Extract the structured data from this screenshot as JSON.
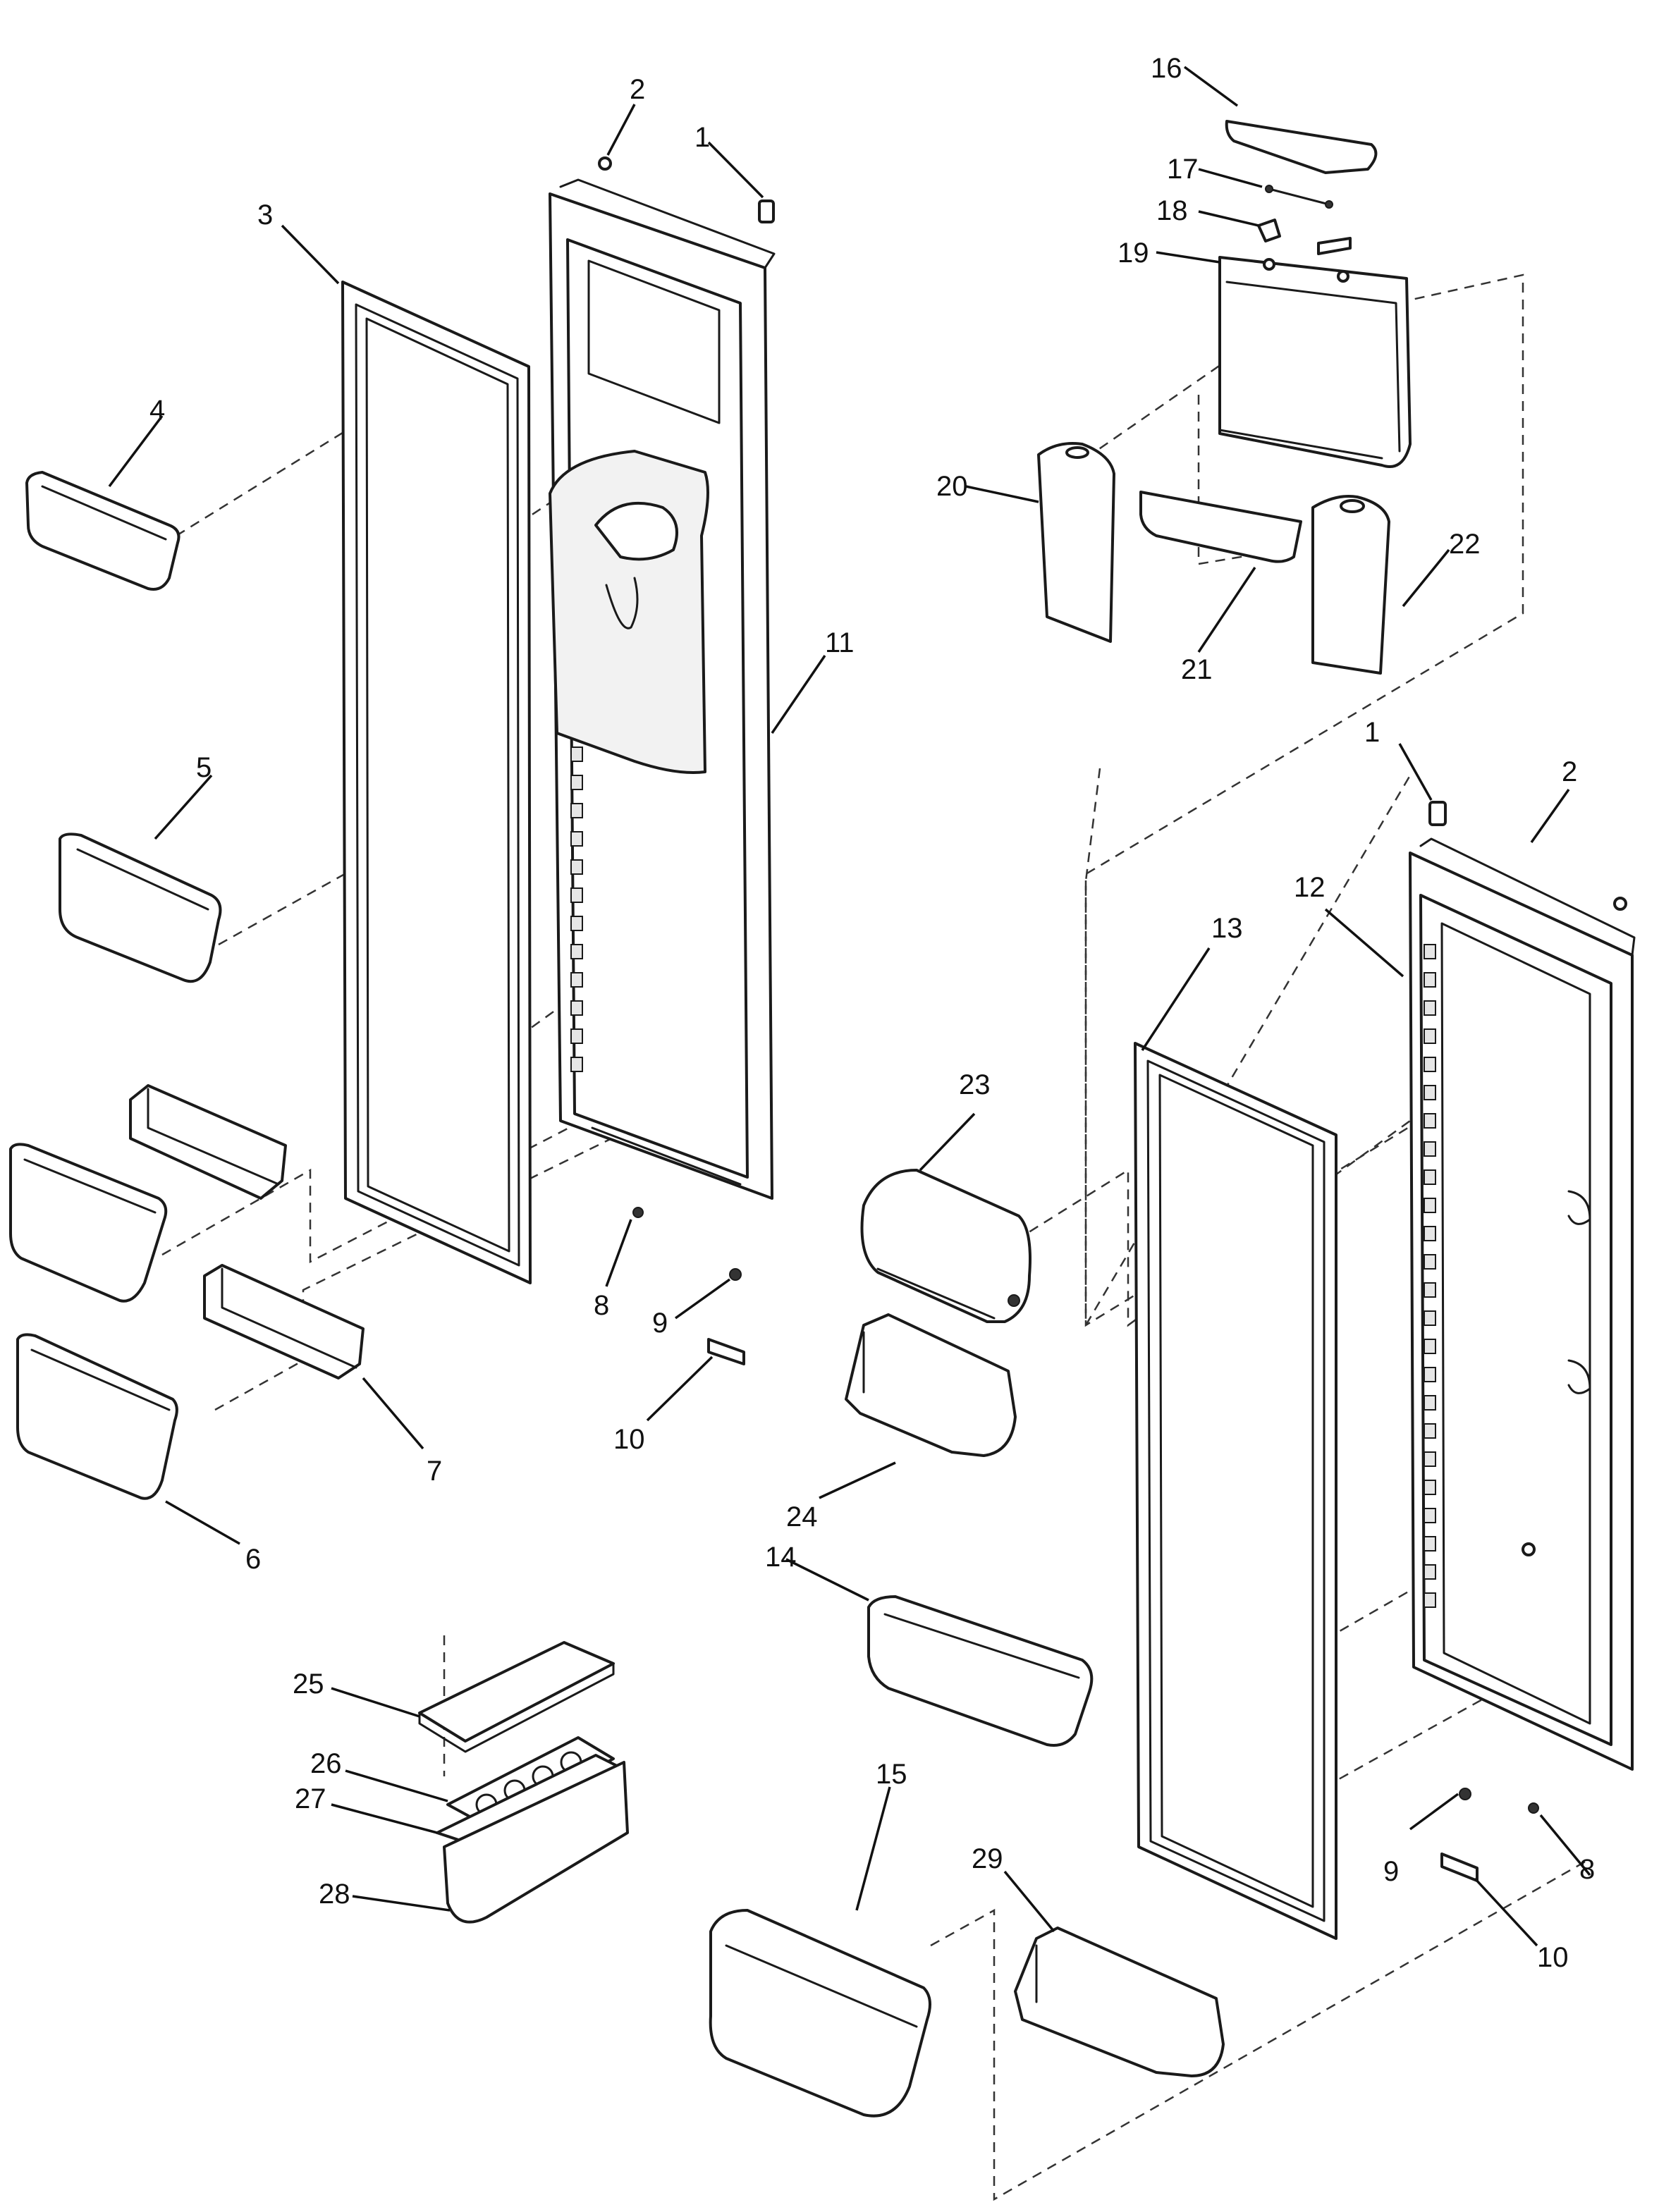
{
  "diagram": {
    "callouts": [
      {
        "id": "c1a",
        "text": "1"
      },
      {
        "id": "c2a",
        "text": "2"
      },
      {
        "id": "c3",
        "text": "3"
      },
      {
        "id": "c4",
        "text": "4"
      },
      {
        "id": "c5",
        "text": "5"
      },
      {
        "id": "c6",
        "text": "6"
      },
      {
        "id": "c7",
        "text": "7"
      },
      {
        "id": "c8a",
        "text": "8"
      },
      {
        "id": "c9a",
        "text": "9"
      },
      {
        "id": "c10a",
        "text": "10"
      },
      {
        "id": "c11",
        "text": "11"
      },
      {
        "id": "c12",
        "text": "12"
      },
      {
        "id": "c13",
        "text": "13"
      },
      {
        "id": "c14",
        "text": "14"
      },
      {
        "id": "c15",
        "text": "15"
      },
      {
        "id": "c16",
        "text": "16"
      },
      {
        "id": "c17",
        "text": "17"
      },
      {
        "id": "c18",
        "text": "18"
      },
      {
        "id": "c19",
        "text": "19"
      },
      {
        "id": "c20",
        "text": "20"
      },
      {
        "id": "c21",
        "text": "21"
      },
      {
        "id": "c22",
        "text": "22"
      },
      {
        "id": "c23",
        "text": "23"
      },
      {
        "id": "c24",
        "text": "24"
      },
      {
        "id": "c25",
        "text": "25"
      },
      {
        "id": "c26",
        "text": "26"
      },
      {
        "id": "c27",
        "text": "27"
      },
      {
        "id": "c28",
        "text": "28"
      },
      {
        "id": "c29",
        "text": "29"
      },
      {
        "id": "c1b",
        "text": "1"
      },
      {
        "id": "c2b",
        "text": "2"
      },
      {
        "id": "c8b",
        "text": "8"
      },
      {
        "id": "c9b",
        "text": "9"
      },
      {
        "id": "c10b",
        "text": "10"
      }
    ]
  }
}
